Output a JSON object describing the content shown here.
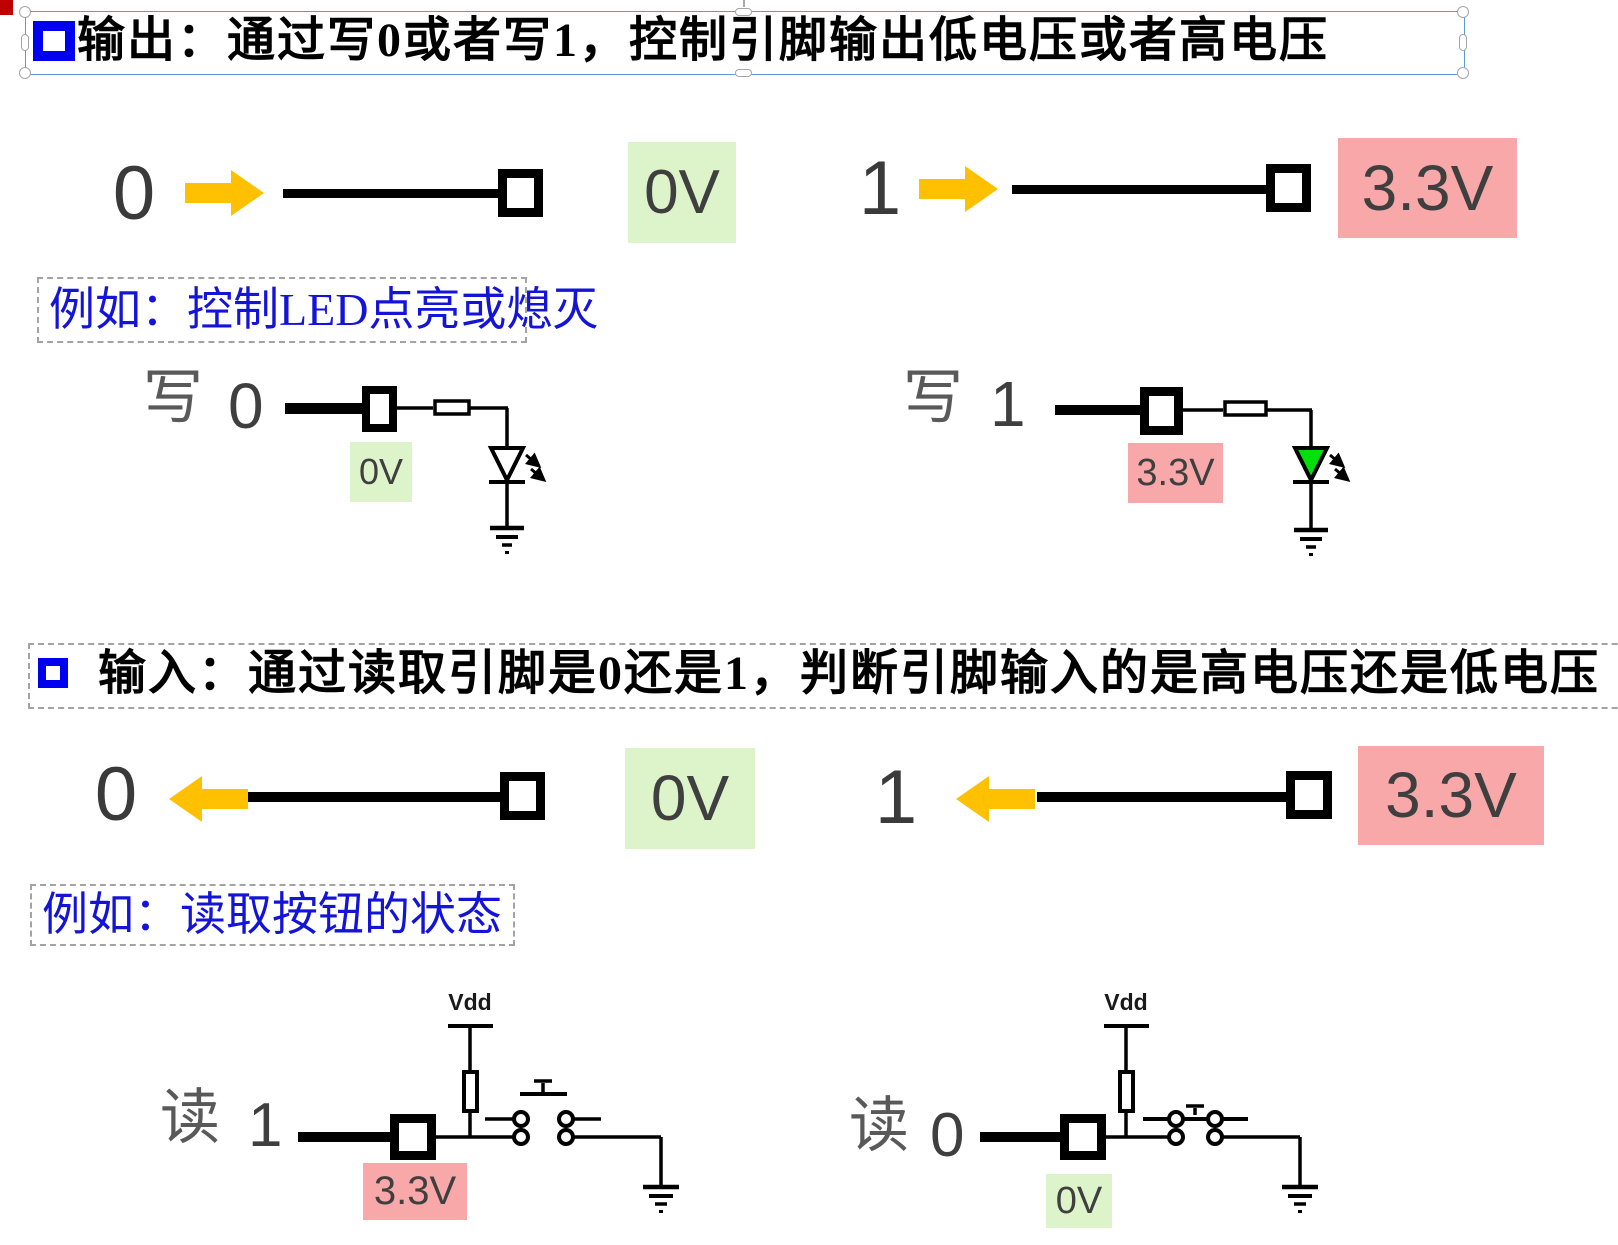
{
  "colors": {
    "corner_bar": "#c00000",
    "selection": "#5b9bd5",
    "handle_stroke": "#a6a6a6",
    "title_bullet": "#0000f0",
    "example_text": "#1414d8",
    "arrow": "#ffc000",
    "low_voltage_bg": "#ddf3c9",
    "high_voltage_bg": "#f8a8a8",
    "led_on": "#00e10c",
    "action_text": "#595959",
    "value_text": "#3f3f3f"
  },
  "output": {
    "title": "输出：通过写0或者写1，控制引脚输出低电压或者高电压",
    "low": {
      "bit": "0",
      "voltage": "0V"
    },
    "high": {
      "bit": "1",
      "voltage": "3.3V"
    },
    "example": "例如：控制LED点亮或熄灭",
    "write_low": {
      "action": "写",
      "bit": "0",
      "pin_voltage": "0V"
    },
    "write_high": {
      "action": "写",
      "bit": "1",
      "pin_voltage": "3.3V"
    }
  },
  "input": {
    "title": "输入：通过读取引脚是0还是1，判断引脚输入的是高电压还是低电压",
    "low": {
      "bit": "0",
      "voltage": "0V"
    },
    "high": {
      "bit": "1",
      "voltage": "3.3V"
    },
    "example": "例如：读取按钮的状态",
    "read_high": {
      "action": "读",
      "bit": "1",
      "pin_voltage": "3.3V",
      "supply": "Vdd"
    },
    "read_low": {
      "action": "读",
      "bit": "0",
      "pin_voltage": "0V",
      "supply": "Vdd"
    }
  }
}
